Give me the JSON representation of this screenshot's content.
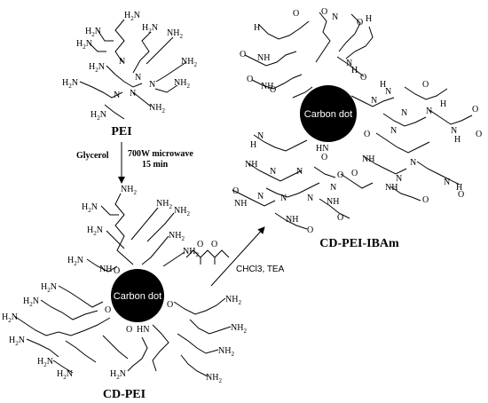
{
  "compounds": {
    "pei": {
      "name": "PEI"
    },
    "cd_pei": {
      "name": "CD-PEI"
    },
    "cd_pei_ibam": {
      "name": "CD-PEI-IBAm"
    }
  },
  "carbon_dot": {
    "label": "Carbon dot"
  },
  "step1": {
    "reagent": "Glycerol",
    "conditions": [
      "700W microwave",
      "15 min"
    ]
  },
  "step2": {
    "conditions": "CHCl3, TEA"
  },
  "atoms": {
    "N": "N",
    "NH": "NH",
    "H": "H",
    "O": "O",
    "HN": "HN",
    "amine_h": "H",
    "amine_n": "N",
    "amine_sub": "2",
    "amine_h_left": "H",
    "amine_n_left": "N"
  }
}
